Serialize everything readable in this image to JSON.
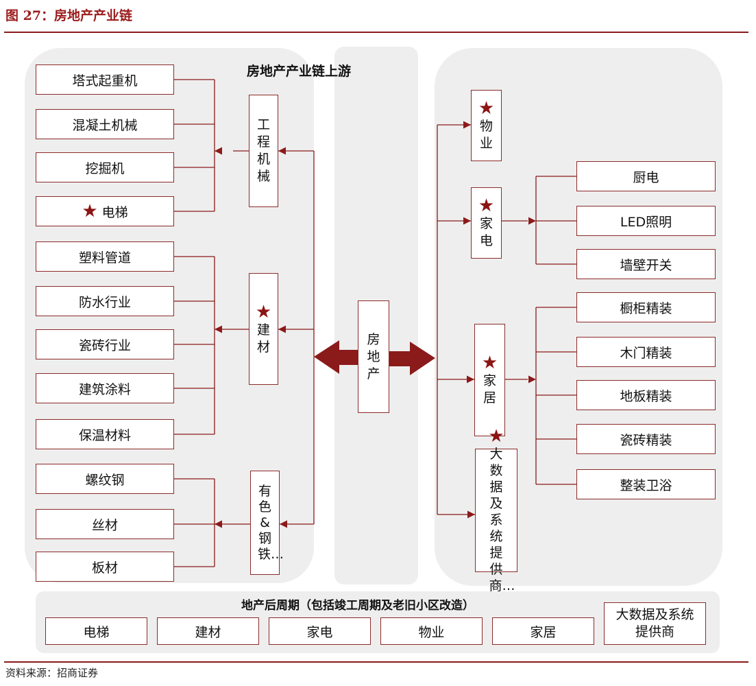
{
  "figure_title": "图 27：房地产产业链",
  "upstream": {
    "title": "房地产产业链上游",
    "categories": [
      {
        "label": "工程机械",
        "starred": false,
        "items": [
          {
            "label": "塔式起重机",
            "starred": false
          },
          {
            "label": "混凝土机械",
            "starred": false
          },
          {
            "label": "挖掘机",
            "starred": false
          },
          {
            "label": "电梯",
            "starred": true
          }
        ]
      },
      {
        "label": "建材",
        "starred": true,
        "items": [
          {
            "label": "塑料管道",
            "starred": false
          },
          {
            "label": "防水行业",
            "starred": false
          },
          {
            "label": "瓷砖行业",
            "starred": false
          },
          {
            "label": "建筑涂料",
            "starred": false
          },
          {
            "label": "保温材料",
            "starred": false
          }
        ]
      },
      {
        "label": "有色&钢铁…",
        "starred": false,
        "items": [
          {
            "label": "螺纹钢",
            "starred": false
          },
          {
            "label": "丝材",
            "starred": false
          },
          {
            "label": "板材",
            "starred": false
          }
        ]
      }
    ]
  },
  "center": {
    "label": "房地产"
  },
  "downstream": {
    "categories": [
      {
        "label": "物业",
        "starred": true,
        "items": []
      },
      {
        "label": "家电",
        "starred": true,
        "items": [
          "厨电",
          "LED照明",
          "墙壁开关"
        ]
      },
      {
        "label": "家居",
        "starred": true,
        "items": [
          "橱柜精装",
          "木门精装",
          "地板精装",
          "瓷砖精装",
          "整装卫浴"
        ]
      },
      {
        "label": "大数据及系统提供商…",
        "starred": true,
        "items": []
      }
    ]
  },
  "post_cycle": {
    "title": "地产后周期（包括竣工周期及老旧小区改造）",
    "items": [
      "电梯",
      "建材",
      "家电",
      "物业",
      "家居",
      "大数据及系统提供商"
    ]
  },
  "source": "资料来源：招商证券",
  "colors": {
    "accent": "#8b1a1a",
    "panel": "#eeeeee",
    "star": "#8b1414"
  },
  "icons": {
    "star": "star-icon",
    "arrow": "arrow-icon",
    "double_arrow": "double-arrow-icon"
  }
}
